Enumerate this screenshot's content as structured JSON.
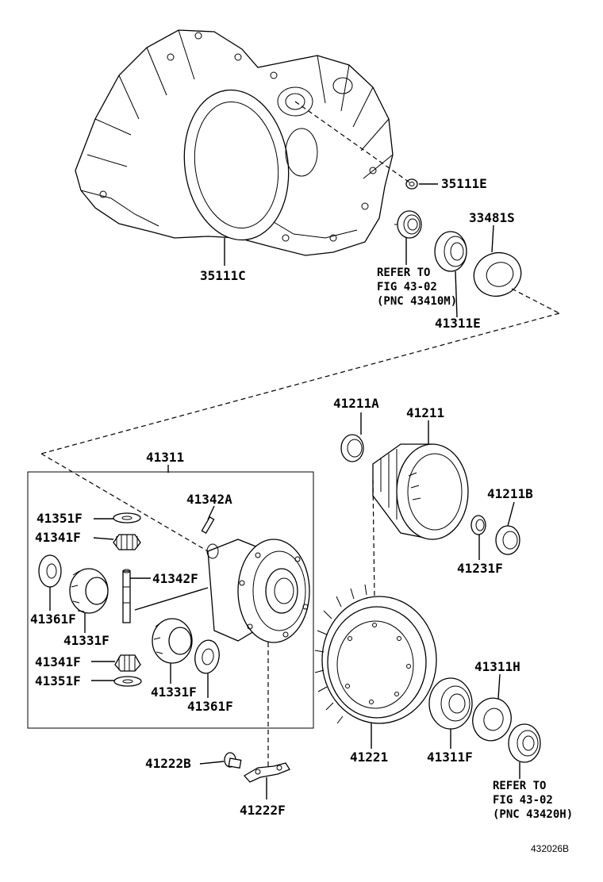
{
  "labels": {
    "p35111E": "35111E",
    "p35111C": "35111C",
    "p33481S": "33481S",
    "p41311E": "41311E",
    "p41211A": "41211A",
    "p41211": "41211",
    "p41311": "41311",
    "p41342A": "41342A",
    "p41211B": "41211B",
    "p41351F_top": "41351F",
    "p41341F_top": "41341F",
    "p41342F": "41342F",
    "p41231F": "41231F",
    "p41361F_left": "41361F",
    "p41331F_left": "41331F",
    "p41341F_bottom": "41341F",
    "p41351F_bottom": "41351F",
    "p41331F_bottom": "41331F",
    "p41361F_bottom": "41361F",
    "p41311H": "41311H",
    "p41221": "41221",
    "p41311F": "41311F",
    "p41222B": "41222B",
    "p41222F": "41222F"
  },
  "refs": {
    "ref1": [
      "REFER TO",
      "FIG 43-02",
      "(PNC 43410M)"
    ],
    "ref2": [
      "REFER TO",
      "FIG 43-02",
      "(PNC 43420H)"
    ]
  },
  "figure_number": "432026B"
}
